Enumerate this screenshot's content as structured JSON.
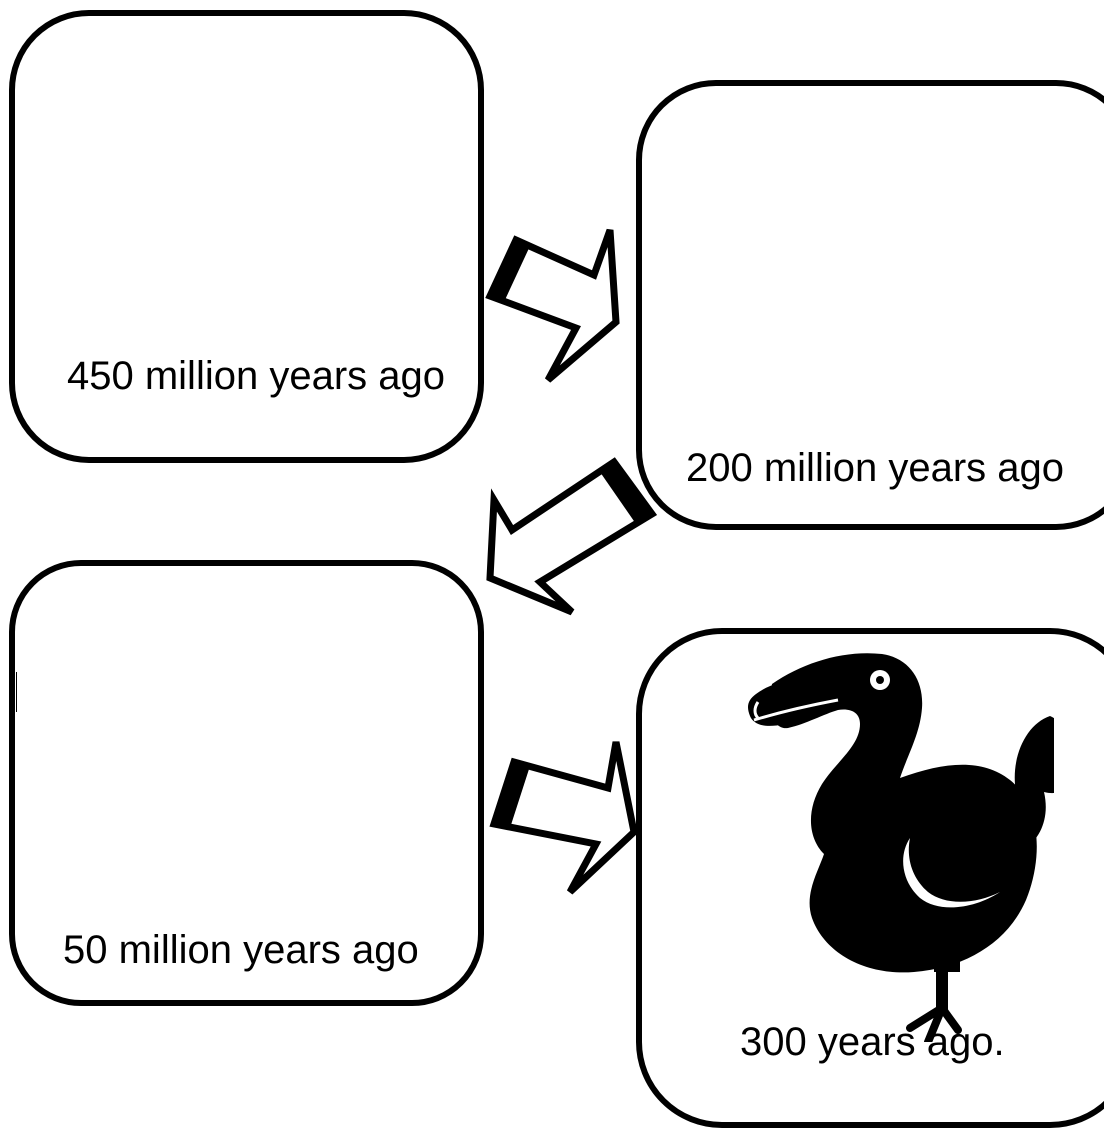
{
  "panels": [
    {
      "caption": "450 million years ago"
    },
    {
      "caption": "200 million years ago"
    },
    {
      "caption": "50 million years ago"
    },
    {
      "caption": "300 years ago."
    }
  ],
  "icons": {
    "arrow": "outline-arrow-icon",
    "bird": "dodo-bird-icon"
  },
  "colors": {
    "ink": "#000000",
    "background": "#ffffff"
  }
}
